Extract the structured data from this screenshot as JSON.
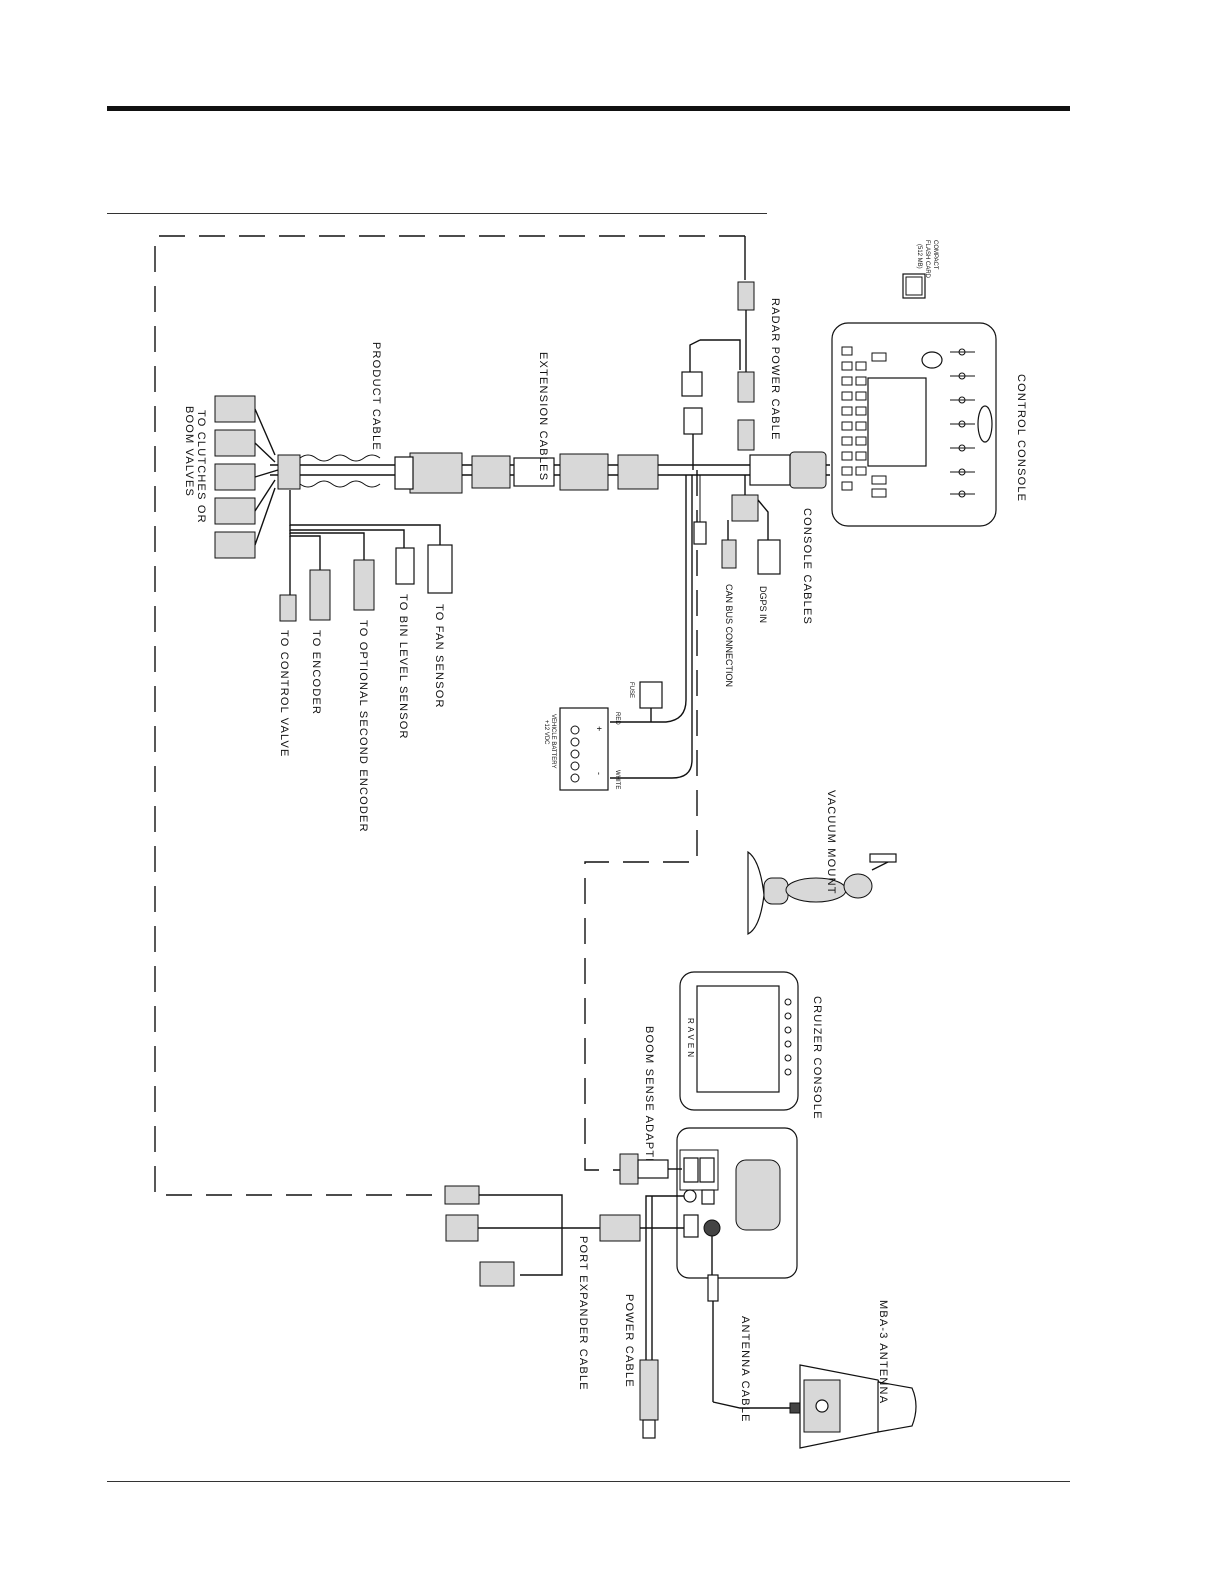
{
  "labels": {
    "control_console": "CONTROL CONSOLE",
    "flash_card": [
      "COMPACT",
      "FLASH CARD",
      "(512 MB)"
    ],
    "radar_power_cable": "RADAR POWER CABLE",
    "extension_cables": "EXTENSION CABLES",
    "product_cable": "PRODUCT CABLE",
    "to_clutches": [
      "TO CLUTCHES OR",
      "BOOM VALVES"
    ],
    "console_cables": "CONSOLE CABLES",
    "dgps_in": "DGPS IN",
    "can_bus": "CAN BUS CONNECTION",
    "to_fan_sensor": "TO FAN SENSOR",
    "to_bin_level": "TO BIN LEVEL SENSOR",
    "to_optional_encoder": "TO OPTIONAL SECOND ENCODER",
    "to_encoder": "TO ENCODER",
    "to_control_valve": "TO CONTROL VALVE",
    "fuse": "FUSE",
    "red": "RED",
    "white": "WHITE",
    "battery": [
      "VEHICLE BATTERY",
      "+12 VDC"
    ],
    "battery_plus": "+",
    "battery_minus": "-",
    "vacuum_mount": "VACUUM MOUNT",
    "cruizer_console": "CRUIZER CONSOLE",
    "raven": "RAVEN",
    "boom_sense_adapter": "BOOM SENSE ADAPTER",
    "port_expander_cable": "PORT EXPANDER CABLE",
    "power_cable": "POWER CABLE",
    "antenna_cable": "ANTENNA CABLE",
    "mbа3_antenna": "MBA-3 ANTENNA"
  }
}
